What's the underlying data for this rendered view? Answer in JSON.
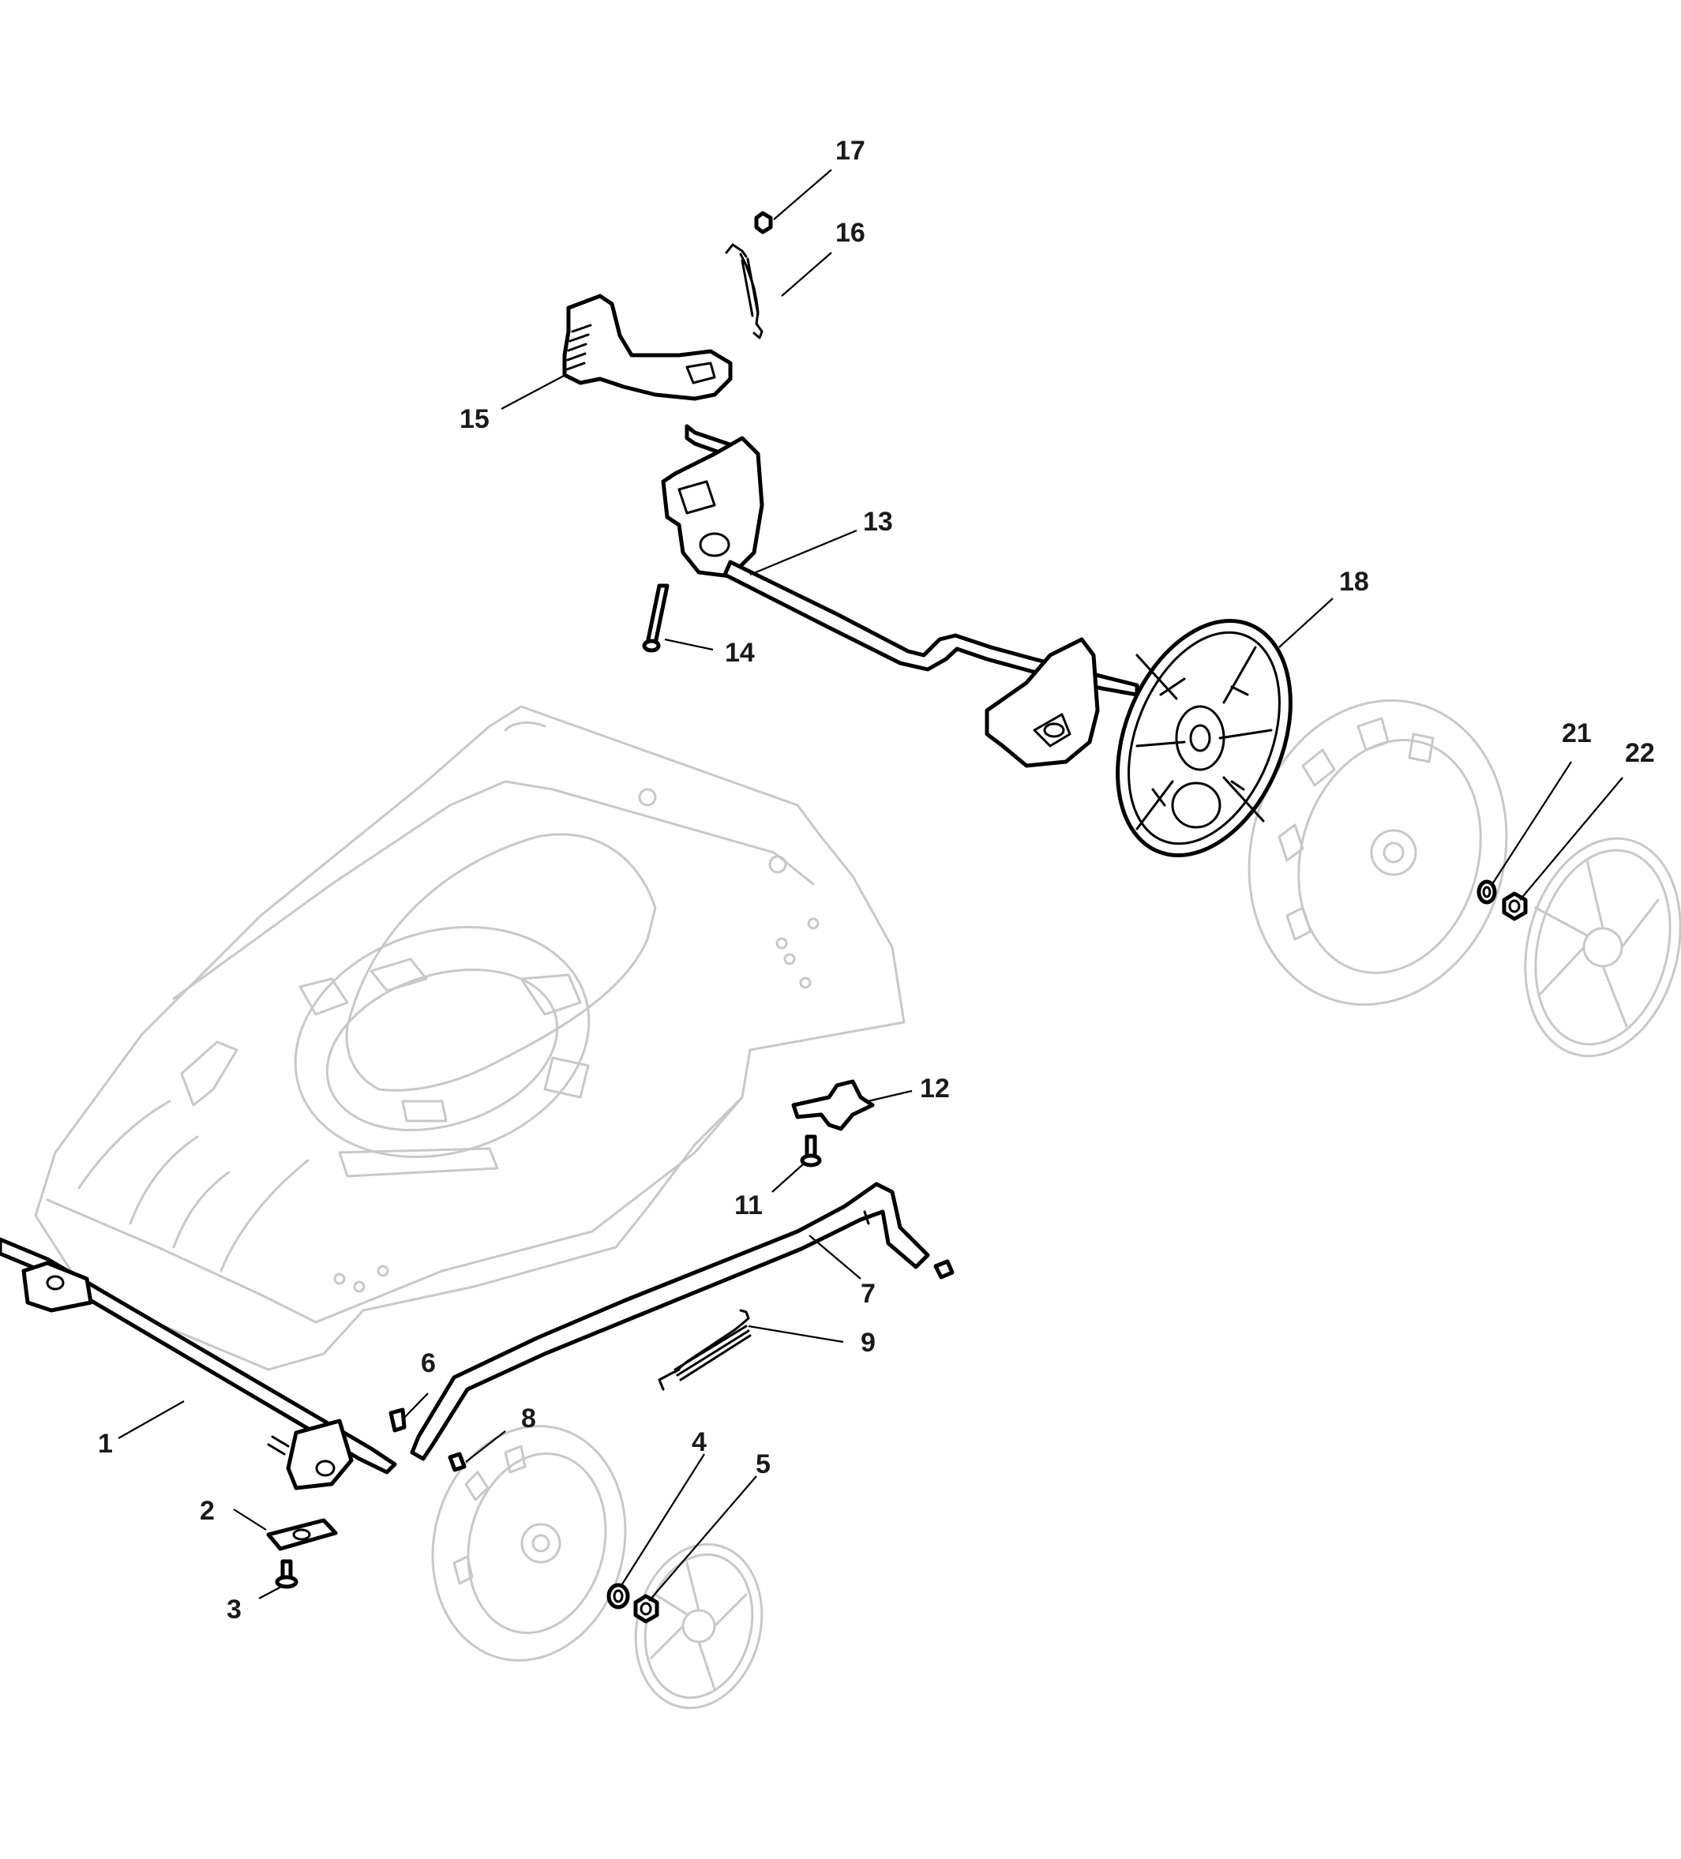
{
  "callouts": [
    {
      "id": "1",
      "label": "1"
    },
    {
      "id": "2",
      "label": "2"
    },
    {
      "id": "3",
      "label": "3"
    },
    {
      "id": "4",
      "label": "4"
    },
    {
      "id": "5",
      "label": "5"
    },
    {
      "id": "6",
      "label": "6"
    },
    {
      "id": "7",
      "label": "7"
    },
    {
      "id": "8",
      "label": "8"
    },
    {
      "id": "9",
      "label": "9"
    },
    {
      "id": "11",
      "label": "11"
    },
    {
      "id": "12",
      "label": "12"
    },
    {
      "id": "13",
      "label": "13"
    },
    {
      "id": "14",
      "label": "14"
    },
    {
      "id": "15",
      "label": "15"
    },
    {
      "id": "16",
      "label": "16"
    },
    {
      "id": "17",
      "label": "17"
    },
    {
      "id": "18",
      "label": "18"
    },
    {
      "id": "21",
      "label": "21"
    },
    {
      "id": "22",
      "label": "22"
    }
  ],
  "colors": {
    "ghost_line": "#c8c8c8",
    "part_line": "#000000",
    "label": "#1a1a1a",
    "background": "#ffffff"
  }
}
